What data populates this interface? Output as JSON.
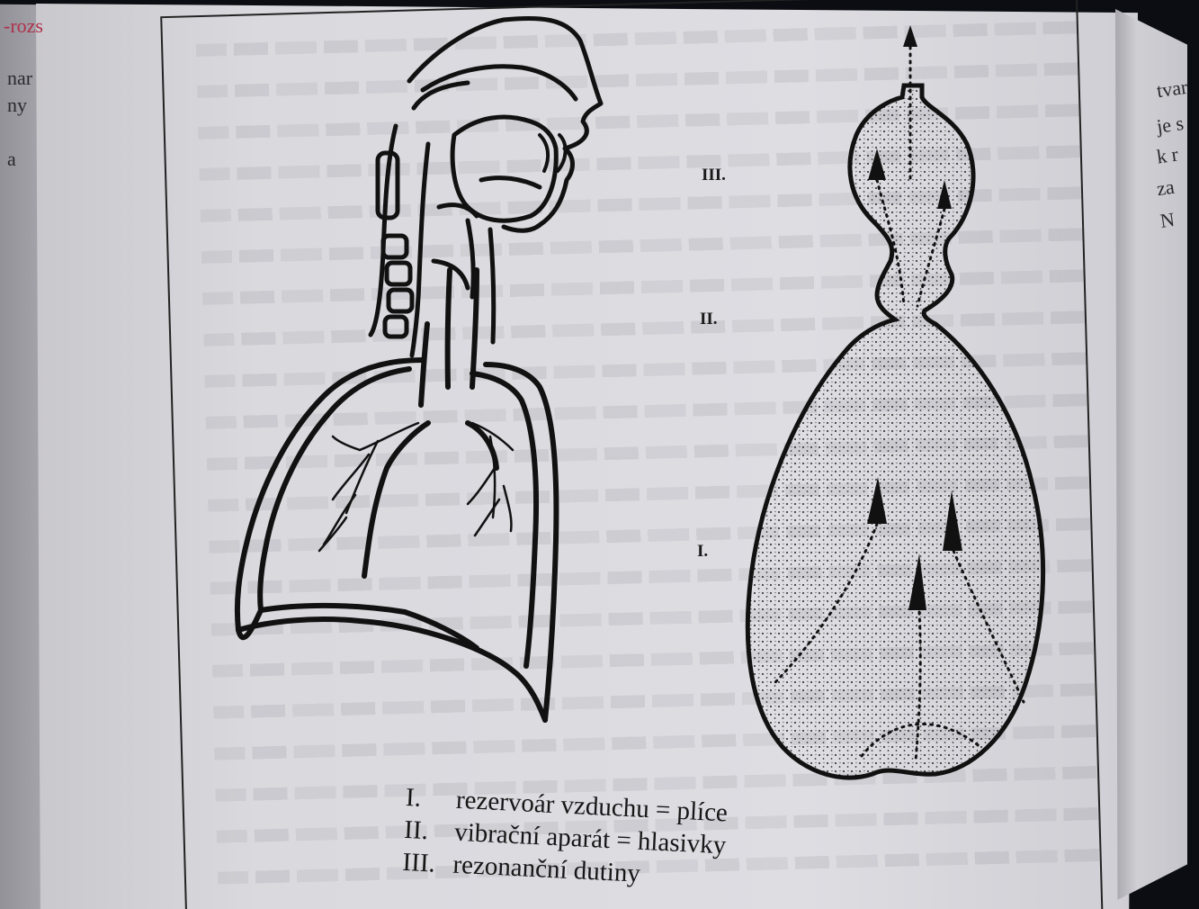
{
  "edge_text": {
    "left_top": "-rozs",
    "left_lines": [
      "nar",
      "ny",
      "a"
    ],
    "right_lines": [
      "tvar",
      "je s",
      "k r",
      "za",
      "N"
    ]
  },
  "figure": {
    "stage_labels": [
      "III.",
      "II.",
      "I."
    ],
    "legend": [
      {
        "num": "I.",
        "text": "rezervoár vzduchu = plíce"
      },
      {
        "num": "II.",
        "text": "vibrační aparát = hlasivky"
      },
      {
        "num": "III.",
        "text": "rezonanční dutiny"
      }
    ]
  }
}
